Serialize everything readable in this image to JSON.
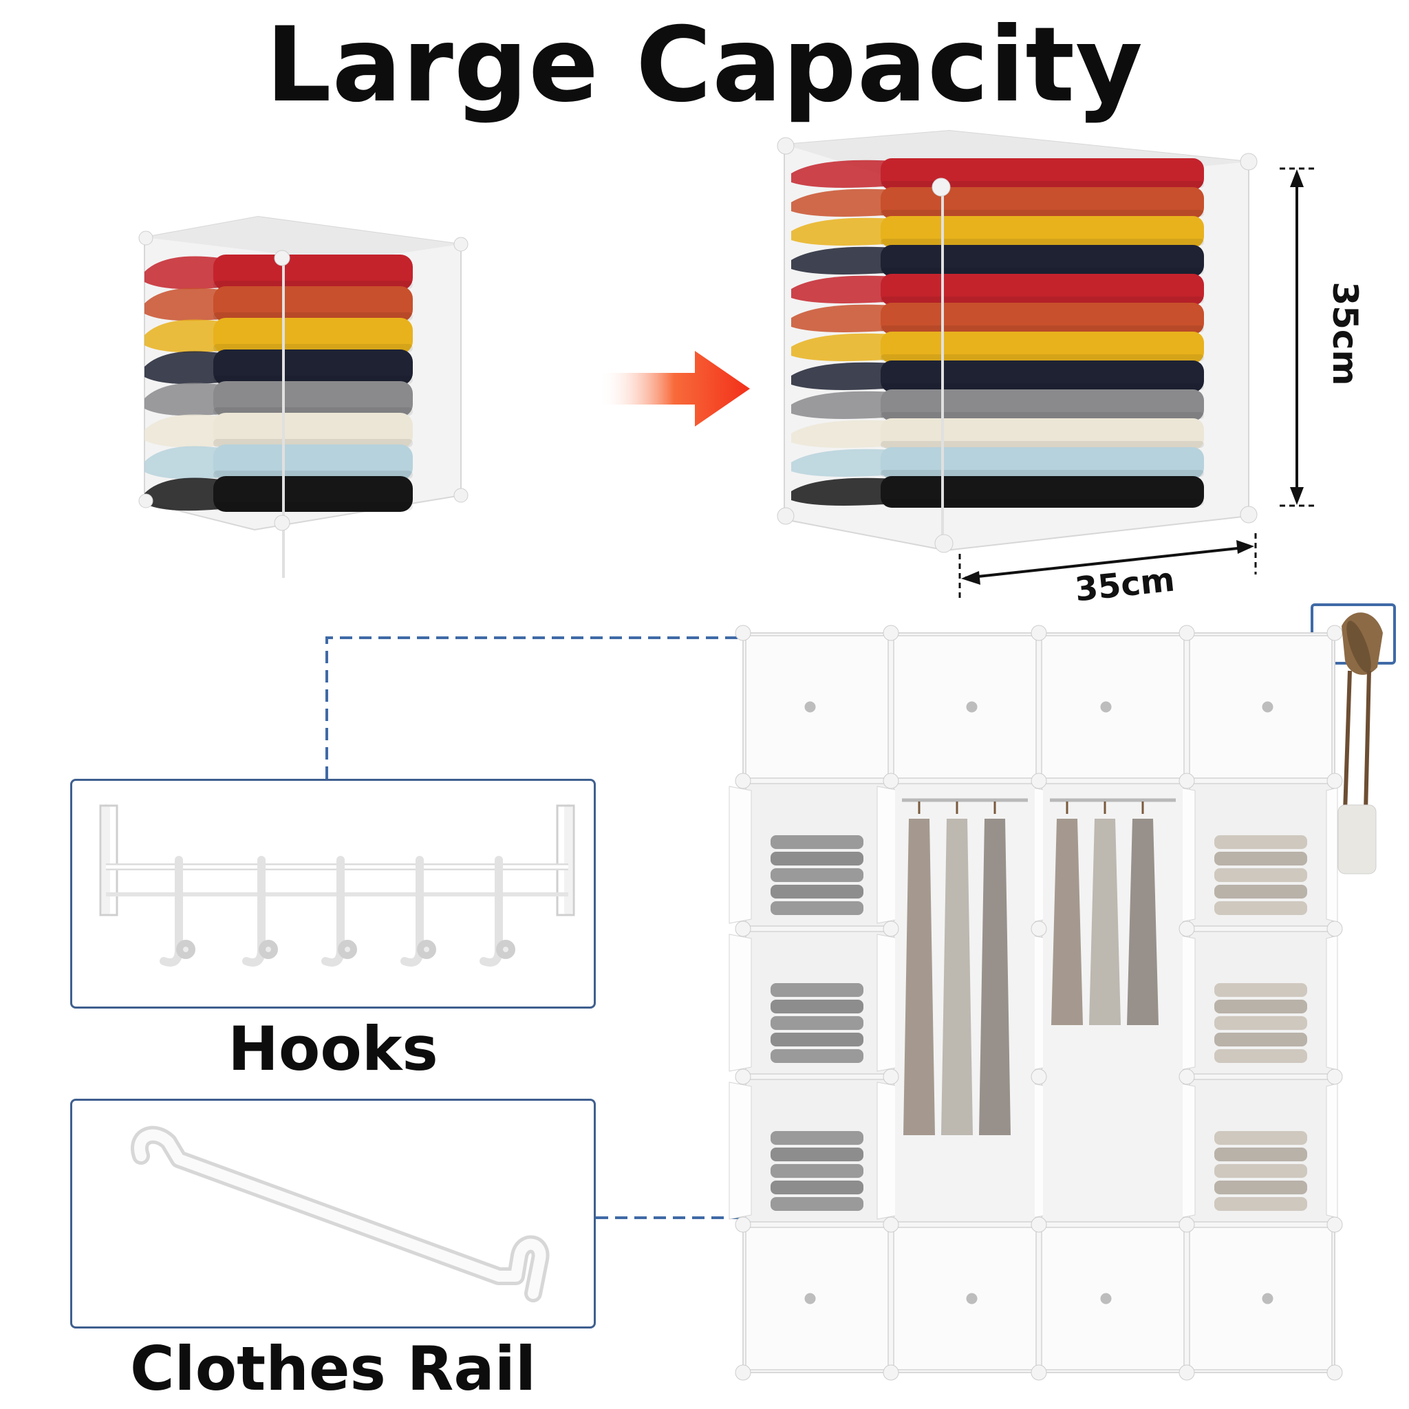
{
  "title": "Large Capacity",
  "dimensions": {
    "height": "35cm",
    "width": "35cm"
  },
  "captions": {
    "hooks": "Hooks",
    "rail": "Clothes Rail"
  },
  "colors": {
    "red": "#c4232c",
    "orange": "#c8502c",
    "yellow": "#e8b21c",
    "navy": "#1e2233",
    "grey": "#8a8a8d",
    "cream": "#ece6d6",
    "lightblue": "#b6d2dc",
    "black": "#161616",
    "guide": "#3f6aa6",
    "arrow": "#f2301a"
  },
  "icons": [
    "right-arrow-icon",
    "hooks-icon",
    "clothes-rail-icon",
    "hat-icon",
    "hanger-icon"
  ]
}
